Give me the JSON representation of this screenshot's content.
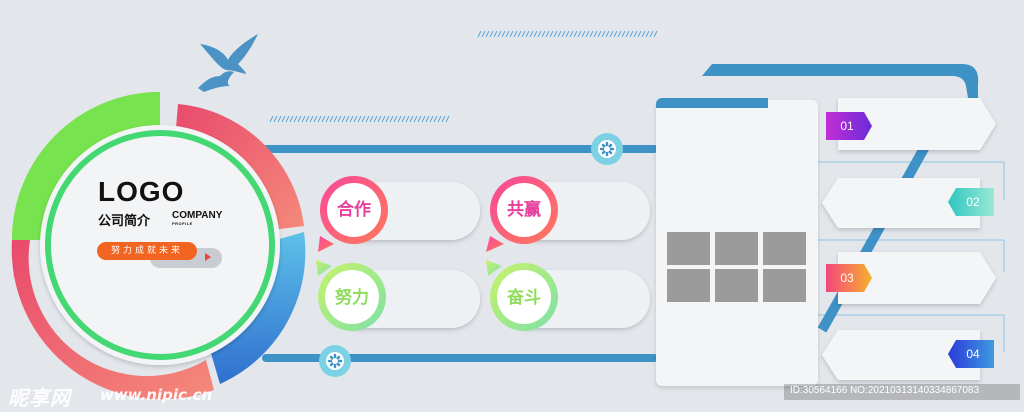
{
  "colors": {
    "background": "#e3e7ec",
    "accent_blue": "#3e92c6",
    "orange": "#f26422",
    "magenta": "#e83f9c",
    "green": "#7ed957",
    "gray_cell": "#9b9b9b"
  },
  "circle": {
    "logo": "LOGO",
    "intro": "公司简介",
    "company": "COMPANY",
    "profile": "PROFILE",
    "slogan": "努力成就未来"
  },
  "bubbles": [
    {
      "label": "合作",
      "style": "magenta"
    },
    {
      "label": "共赢",
      "style": "magenta"
    },
    {
      "label": "努力",
      "style": "green"
    },
    {
      "label": "奋斗",
      "style": "green"
    }
  ],
  "tabs": [
    {
      "number": "01"
    },
    {
      "number": "02"
    },
    {
      "number": "03"
    },
    {
      "number": "04"
    }
  ],
  "icons": [
    "gear-icon",
    "bird-icon"
  ],
  "watermark": {
    "site_cn": "昵享网",
    "site_url": "www.nipic.cn",
    "id_text": "ID:30564166 NO:20210313140334867083"
  }
}
